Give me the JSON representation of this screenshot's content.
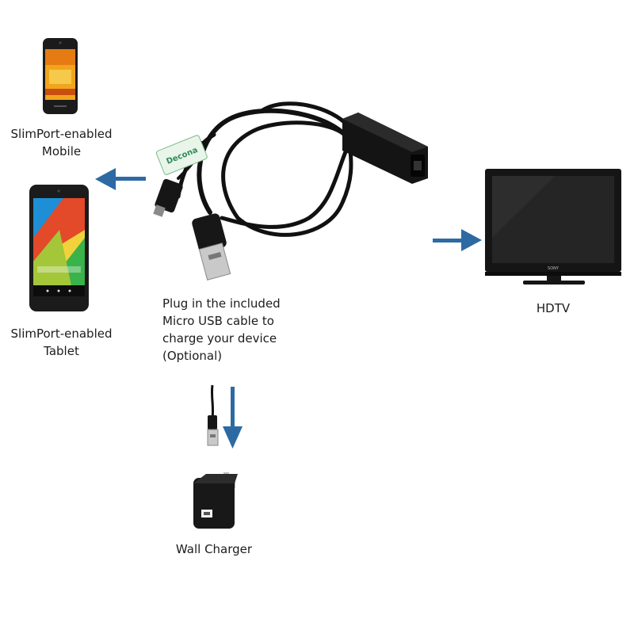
{
  "devices": {
    "mobile_label": "SlimPort-enabled\nMobile",
    "tablet_label": "SlimPort-enabled\nTablet",
    "hdtv_label": "HDTV",
    "tv_brand": "SONY",
    "charger_label": "Wall Charger"
  },
  "instructions": {
    "charge_note": "Plug in the included\nMicro USB cable to\ncharge your device\n(Optional)"
  },
  "cable": {
    "tag_text": "Decona"
  },
  "colors": {
    "arrow": "#2d6aa3",
    "cable": "#111111"
  }
}
